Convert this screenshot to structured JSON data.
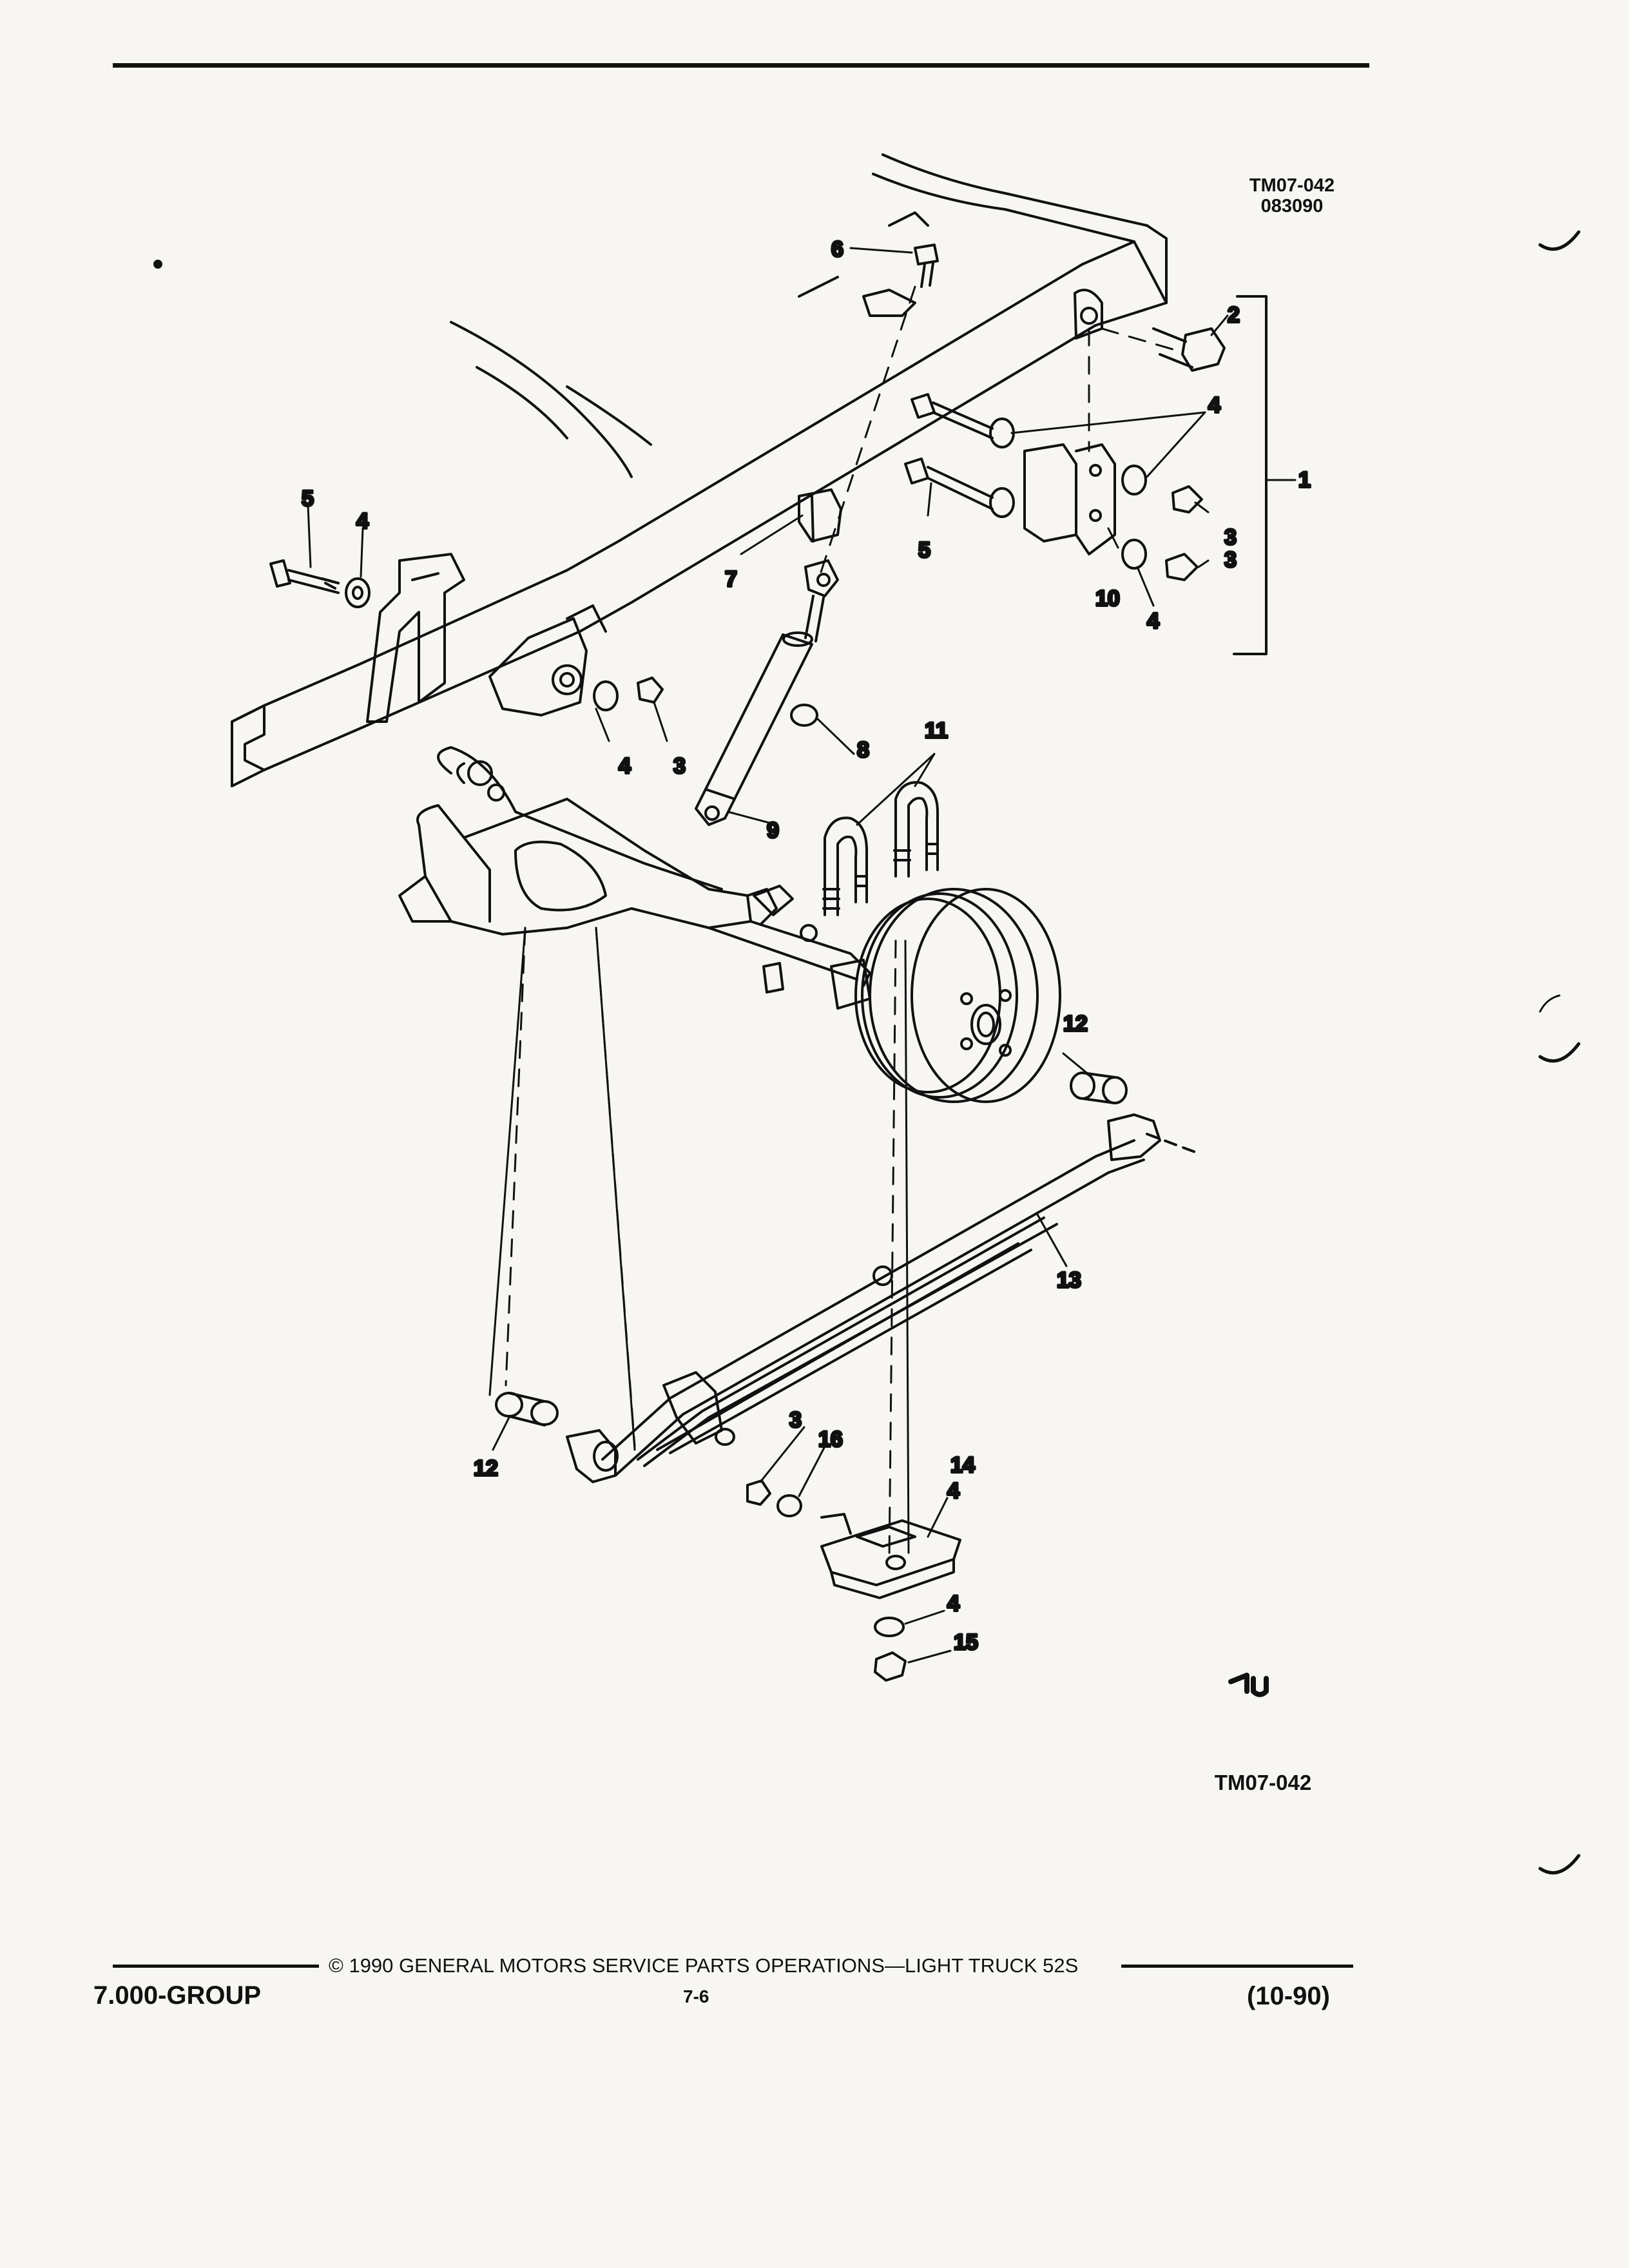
{
  "figure": {
    "code_top": "TM07-042",
    "date_code": "083090",
    "code_bottom": "TM07-042"
  },
  "callouts": [
    "1",
    "2",
    "3",
    "3",
    "3",
    "3",
    "4",
    "4",
    "4",
    "4",
    "4",
    "4",
    "5",
    "5",
    "6",
    "7",
    "8",
    "9",
    "10",
    "11",
    "12",
    "12",
    "13",
    "14",
    "15",
    "16"
  ],
  "footer": {
    "group": "7.000-GROUP",
    "copyright": "© 1990 GENERAL MOTORS SERVICE PARTS OPERATIONS—LIGHT TRUCK 52S",
    "page": "7-6",
    "date": "(10-90)"
  },
  "colors": {
    "ink": "#111111",
    "paper": "#f7f6f3"
  }
}
